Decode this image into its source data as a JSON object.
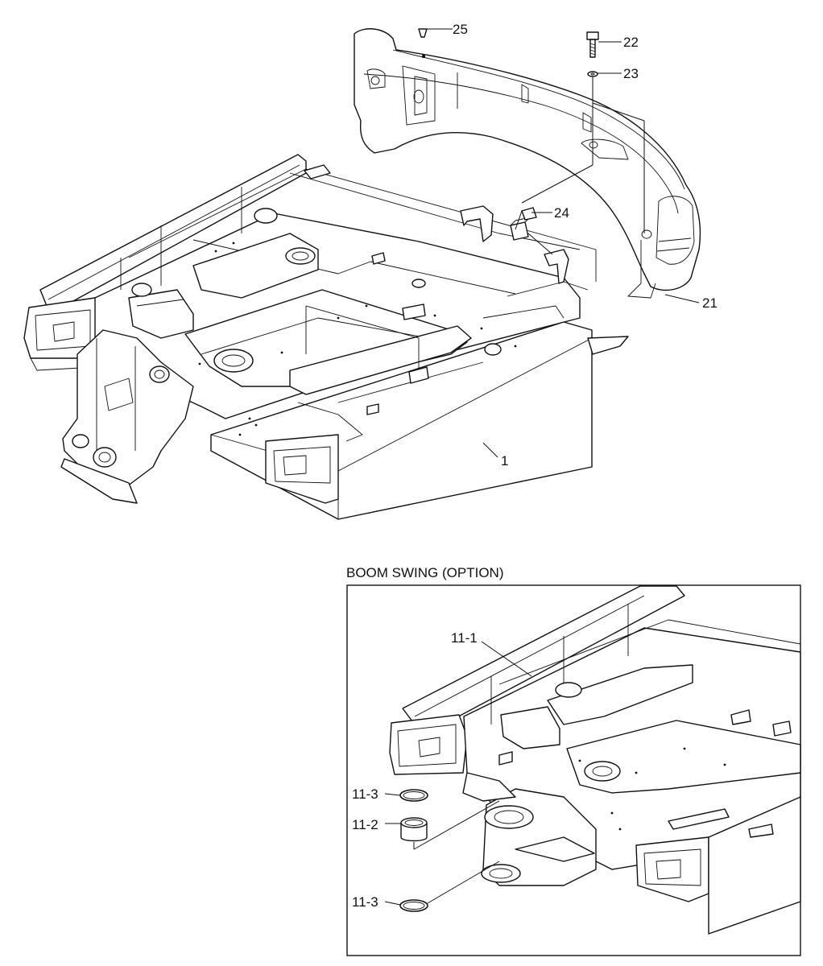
{
  "callouts": {
    "c1": "1",
    "c21": "21",
    "c22": "22",
    "c23": "23",
    "c24": "24",
    "c25": "25",
    "c11_1": "11-1",
    "c11_2": "11-2",
    "c11_3_top": "11-3",
    "c11_3_bottom": "11-3"
  },
  "inset": {
    "title": "BOOM SWING (OPTION)"
  }
}
